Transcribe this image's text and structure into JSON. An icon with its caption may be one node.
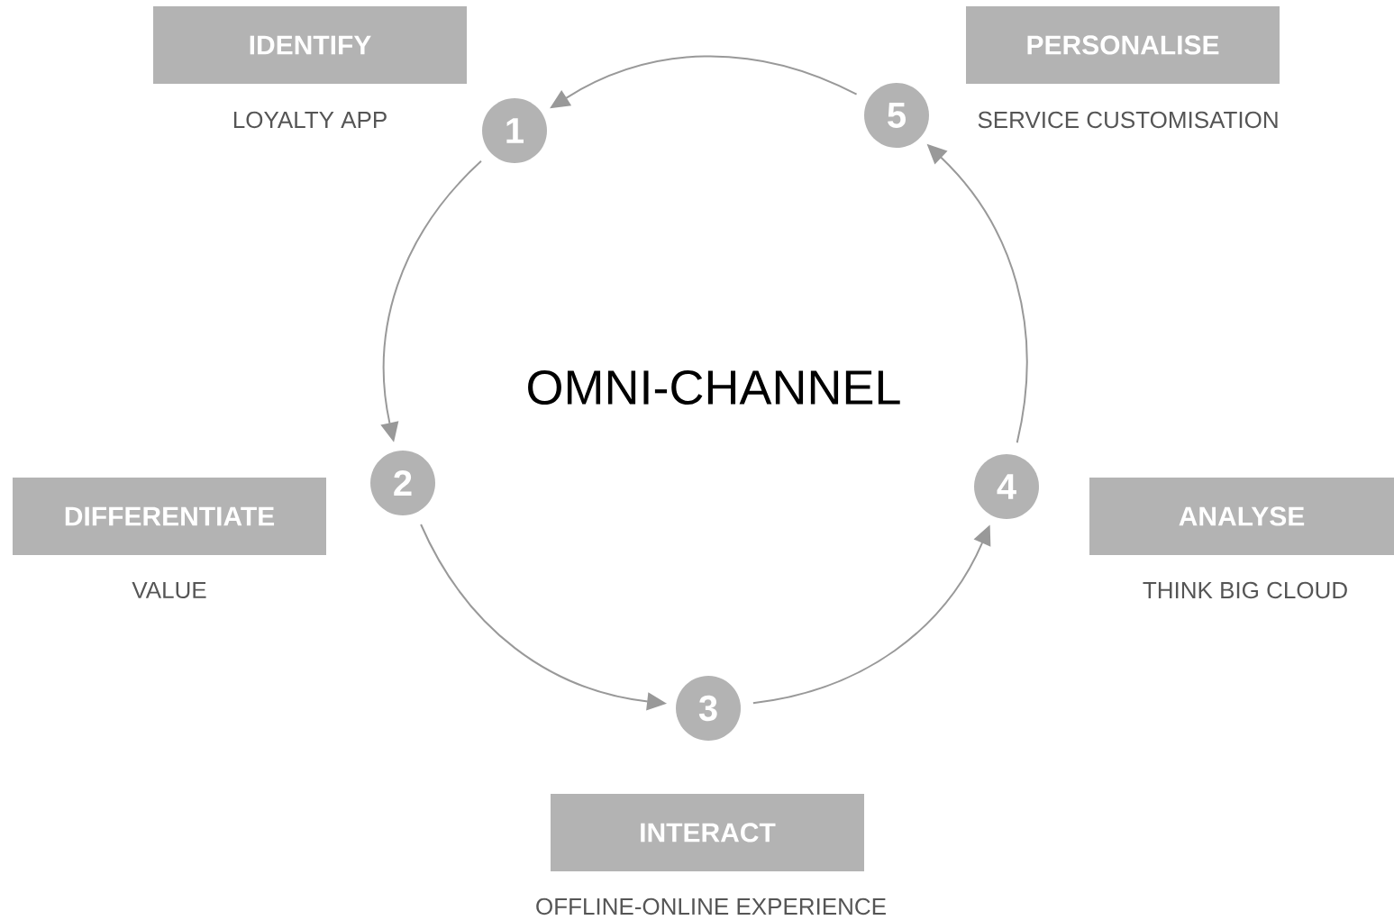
{
  "diagram": {
    "nodes": [
      {
        "text": [
          "IDENTIFY"
        ],
        "beside": [
          "LOYALTY APP"
        ]
      },
      {
        "text": [
          "PERSONALISE"
        ],
        "beside": [
          "SERVICE CUSTOMISATION"
        ]
      },
      {
        "text": [
          "1"
        ]
      },
      {
        "text": [
          "5"
        ]
      },
      {
        "text": [
          "2"
        ]
      },
      {
        "text": [
          "DIFFERENTIATE"
        ],
        "beside": [
          "VALUE"
        ]
      },
      {
        "text": [
          "4"
        ]
      },
      {
        "text": [
          "ANALYSE"
        ],
        "beside": [
          "THINK BIG CLOUD"
        ]
      },
      {
        "text": [
          "3"
        ]
      },
      {
        "text": [
          "INTERACT"
        ],
        "beside": [
          "OFFLINE-ONLINE EXPERIENCE"
        ]
      }
    ],
    "edges": [
      {
        "from": 2,
        "to": 4,
        "arrow": "to"
      },
      {
        "from": 4,
        "to": 8,
        "arrow": "to"
      },
      {
        "from": 8,
        "to": 6,
        "arrow": "to"
      },
      {
        "from": 6,
        "to": 3,
        "arrow": "to"
      },
      {
        "from": 3,
        "to": 2,
        "arrow": "to"
      }
    ],
    "labels": [
      "OMNI-CHANNEL"
    ]
  }
}
